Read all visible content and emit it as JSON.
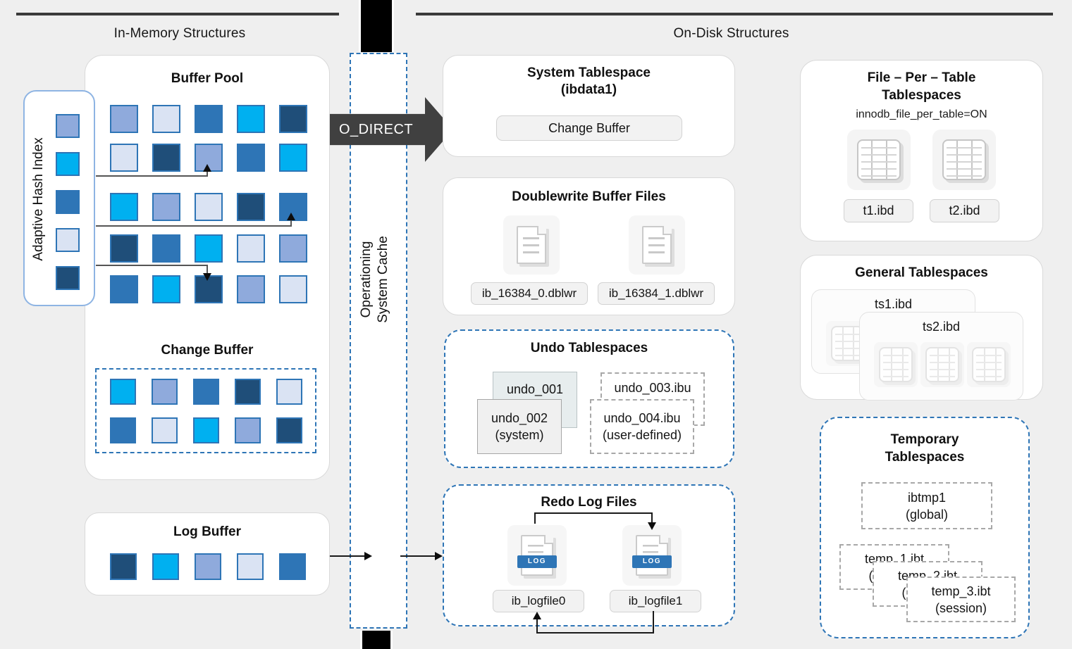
{
  "palette": {
    "P": "#8FAADC",
    "L": "#DAE3F3",
    "M": "#2E75B6",
    "C": "#00B0F0",
    "D": "#1F4E79"
  },
  "colors": {
    "accent_blue": "#2E75B6",
    "arrow_dark": "#404040",
    "rule_dark": "#3A3A3A"
  },
  "headers": {
    "in_memory": "In-Memory Structures",
    "on_disk": "On-Disk Structures"
  },
  "os_cache": {
    "line1": "Operationing",
    "line2": "System Cache",
    "o_direct": "O_DIRECT"
  },
  "in_memory": {
    "buffer_pool": {
      "title": "Buffer Pool",
      "grid": [
        [
          "P",
          "L",
          "M",
          "C",
          "D"
        ],
        [
          "L",
          "D",
          "P",
          "M",
          "C"
        ],
        [
          "C",
          "P",
          "L",
          "D",
          "M"
        ],
        [
          "D",
          "M",
          "C",
          "L",
          "P"
        ],
        [
          "M",
          "C",
          "D",
          "P",
          "L"
        ]
      ]
    },
    "adaptive_hash_index": {
      "title": "Adaptive Hash Index",
      "column": [
        "P",
        "C",
        "M",
        "L",
        "D"
      ]
    },
    "change_buffer": {
      "title": "Change Buffer",
      "grid": [
        [
          "C",
          "P",
          "M",
          "D",
          "L"
        ],
        [
          "M",
          "L",
          "C",
          "P",
          "D"
        ]
      ]
    },
    "log_buffer": {
      "title": "Log Buffer",
      "row": [
        "D",
        "C",
        "P",
        "L",
        "M"
      ]
    }
  },
  "on_disk": {
    "system_tablespace": {
      "title": "System Tablespace",
      "subtitle": "(ibdata1)",
      "inner_label": "Change Buffer"
    },
    "doublewrite": {
      "title": "Doublewrite Buffer Files",
      "files": [
        "ib_16384_0.dblwr",
        "ib_16384_1.dblwr"
      ]
    },
    "undo": {
      "title": "Undo Tablespaces",
      "cards": [
        {
          "label": "undo_001",
          "sub": ""
        },
        {
          "label": "undo_002",
          "sub": "(system)"
        },
        {
          "label": "undo_003.ibu",
          "sub": ""
        },
        {
          "label": "undo_004.ibu",
          "sub": "(user-defined)"
        }
      ]
    },
    "redo": {
      "title": "Redo Log Files",
      "badge": "LOG",
      "files": [
        "ib_logfile0",
        "ib_logfile1"
      ]
    },
    "file_per_table": {
      "title1": "File – Per – Table",
      "title2": "Tablespaces",
      "subtitle": "innodb_file_per_table=ON",
      "files": [
        "t1.ibd",
        "t2.ibd"
      ]
    },
    "general": {
      "title": "General Tablespaces",
      "back_label": "ts1.ibd",
      "front_label": "ts2.ibd"
    },
    "temporary": {
      "title1": "Temporary",
      "title2": "Tablespaces",
      "global": {
        "label": "ibtmp1",
        "sub": "(global)"
      },
      "sessions": [
        {
          "label": "temp_1.ibt",
          "sub": "(session)"
        },
        {
          "label": "temp_2.ibt",
          "sub": "(session)"
        },
        {
          "label": "temp_3.ibt",
          "sub": "(session)"
        }
      ]
    }
  }
}
